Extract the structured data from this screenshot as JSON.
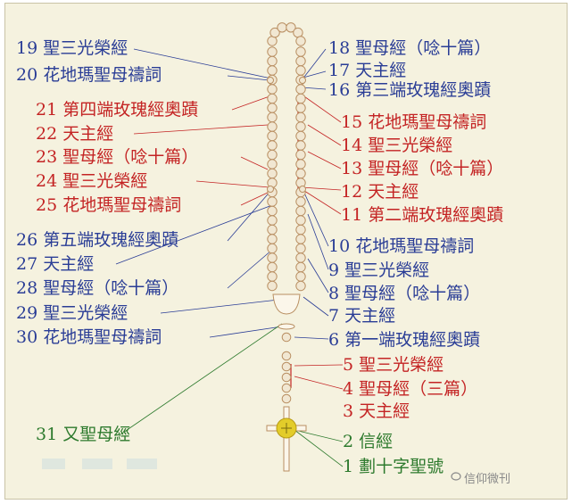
{
  "left_labels": [
    {
      "n": "19",
      "text": "聖三光榮經",
      "color": "blue"
    },
    {
      "n": "20",
      "text": "花地瑪聖母禱詞",
      "color": "blue"
    },
    {
      "n": "21",
      "text": "第四端玫瑰經奧蹟",
      "color": "red"
    },
    {
      "n": "22",
      "text": "天主經",
      "color": "red"
    },
    {
      "n": "23",
      "text": "聖母經（唸十篇）",
      "color": "red"
    },
    {
      "n": "24",
      "text": "聖三光榮經",
      "color": "red"
    },
    {
      "n": "25",
      "text": "花地瑪聖母禱詞",
      "color": "red"
    },
    {
      "n": "26",
      "text": "第五端玫瑰經奧蹟",
      "color": "blue"
    },
    {
      "n": "27",
      "text": "天主經",
      "color": "blue"
    },
    {
      "n": "28",
      "text": "聖母經（唸十篇）",
      "color": "blue"
    },
    {
      "n": "29",
      "text": "聖三光榮經",
      "color": "blue"
    },
    {
      "n": "30",
      "text": "花地瑪聖母禱詞",
      "color": "blue"
    }
  ],
  "right_labels": [
    {
      "n": "18",
      "text": "聖母經（唸十篇）",
      "color": "blue"
    },
    {
      "n": "17",
      "text": "天主經",
      "color": "blue"
    },
    {
      "n": "16",
      "text": "第三端玫瑰經奧蹟",
      "color": "blue"
    },
    {
      "n": "15",
      "text": "花地瑪聖母禱詞",
      "color": "red"
    },
    {
      "n": "14",
      "text": "聖三光榮經",
      "color": "red"
    },
    {
      "n": "13",
      "text": "聖母經（唸十篇）",
      "color": "red"
    },
    {
      "n": "12",
      "text": "天主經",
      "color": "red"
    },
    {
      "n": "11",
      "text": "第二端玫瑰經奧蹟",
      "color": "red"
    },
    {
      "n": "10",
      "text": "花地瑪聖母禱詞",
      "color": "blue"
    },
    {
      "n": "9",
      "text": "聖三光榮經",
      "color": "blue"
    },
    {
      "n": "8",
      "text": "聖母經（唸十篇）",
      "color": "blue"
    },
    {
      "n": "7",
      "text": "天主經",
      "color": "blue"
    },
    {
      "n": "6",
      "text": "第一端玫瑰經奧蹟",
      "color": "blue"
    },
    {
      "n": "5",
      "text": "聖三光榮經",
      "color": "red"
    },
    {
      "n": "4",
      "text": "聖母經（三篇）",
      "color": "red"
    },
    {
      "n": "3",
      "text": "天主經",
      "color": "red"
    },
    {
      "n": "2",
      "text": "信經",
      "color": "green"
    },
    {
      "n": "1",
      "text": "劃十字聖號",
      "color": "green"
    }
  ],
  "bottom_label": {
    "n": "31",
    "text": "又聖母經",
    "color": "green"
  },
  "watermark": "信仰微刊",
  "colors": {
    "blue": "#2a3d96",
    "red": "#c42424",
    "green": "#2d7a2d",
    "bead": "#f1e7d2",
    "bead_edge": "#b98f62",
    "cross_gold": "#e3cc2a"
  }
}
